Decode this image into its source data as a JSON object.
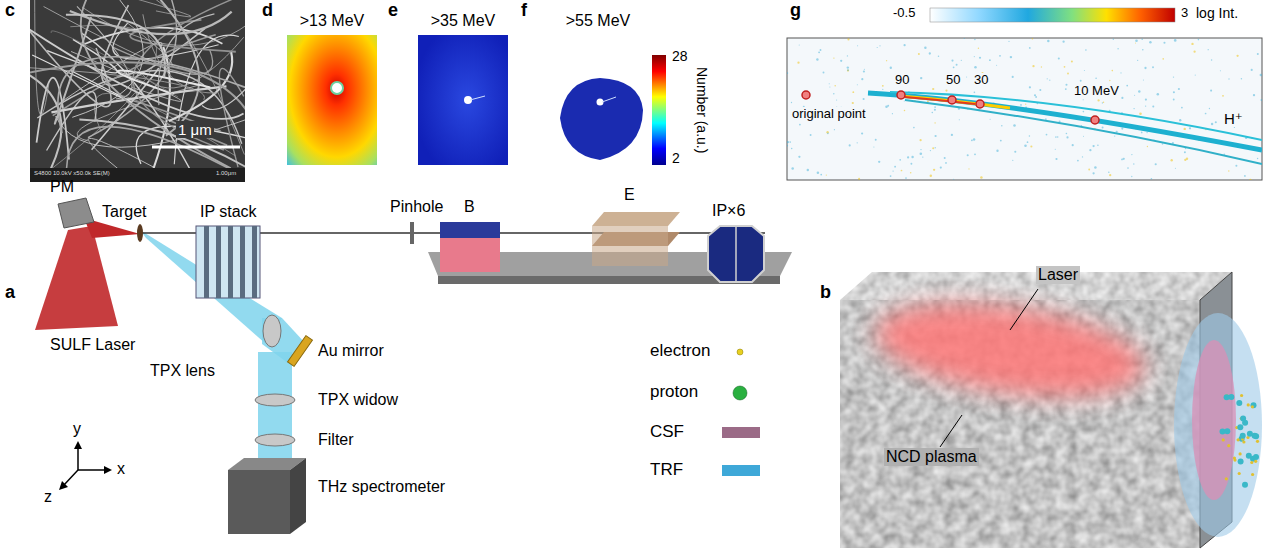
{
  "diagram": {
    "nodes": [
      {
        "text": [
          ">13 MeV"
        ]
      },
      {
        "text": [
          ">35 MeV"
        ]
      },
      {
        "text": [
          ">55 MeV"
        ]
      }
    ],
    "labels": [
      "c",
      "S4800 10.0kV x50.0k SE(M)",
      "1.00μm",
      "1 μm",
      "d",
      "e",
      "f",
      "28",
      "2",
      "Number (a.u.)",
      "g",
      "-0.5",
      "3",
      "log Int.",
      "90",
      "50",
      "30",
      "10 MeV",
      "original point",
      "H⁺",
      "a",
      "PM",
      "Target",
      "IP stack",
      "Pinhole",
      "B",
      "E",
      "IP×6",
      "SULF Laser",
      "TPX lens",
      "Au mirror",
      "TPX widow",
      "Filter",
      "THz spectrometer",
      "y",
      "x",
      "z",
      "b",
      "Laser",
      "NCD plasma"
    ],
    "legend": [
      {
        "text": "electron"
      },
      {
        "text": "proton"
      },
      {
        "text": "CSF",
        "color": "#9b6b87"
      },
      {
        "text": "TRF",
        "color": "#3ea8d8"
      }
    ]
  }
}
